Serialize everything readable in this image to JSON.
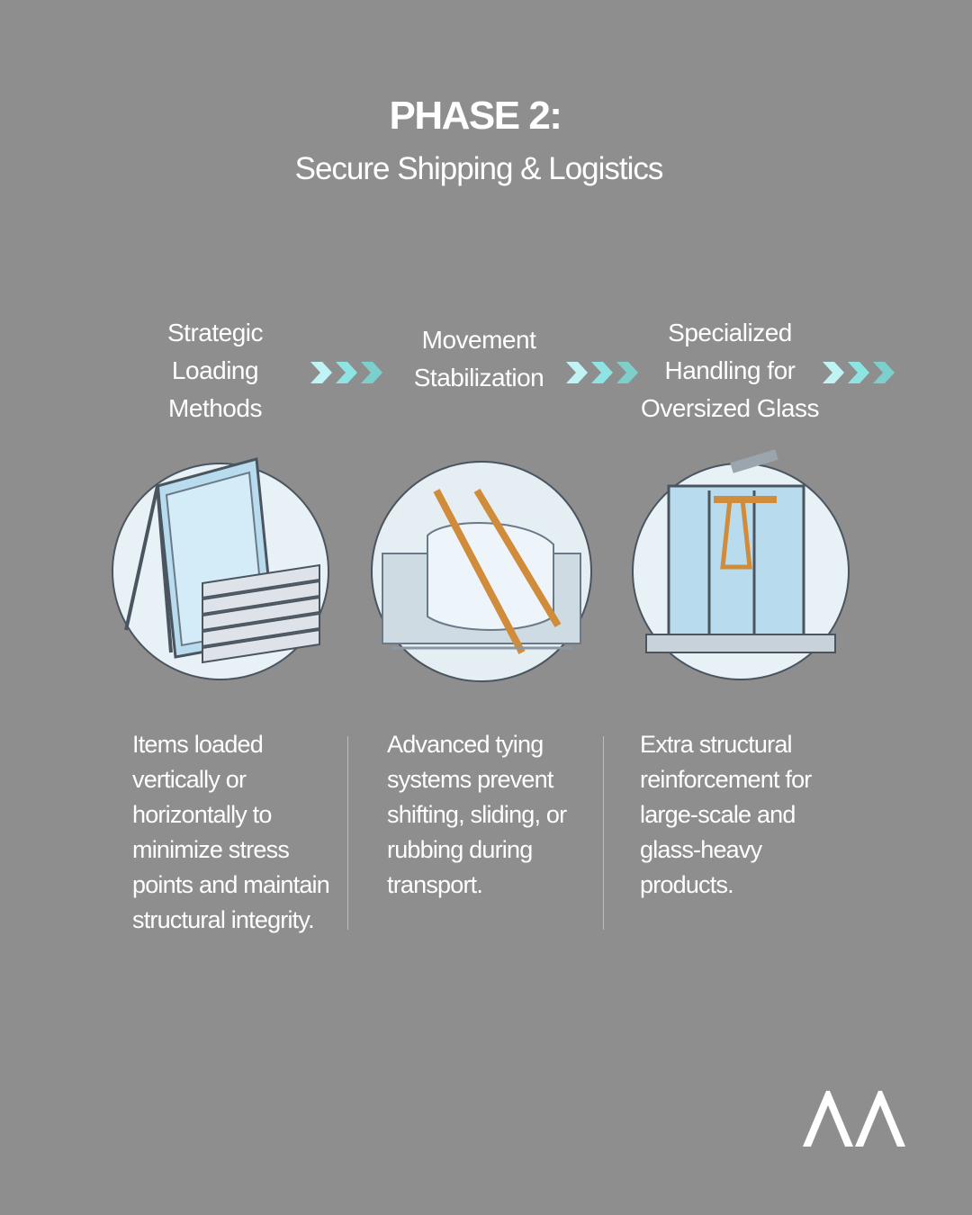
{
  "header": {
    "title": "PHASE 2:",
    "subtitle": "Secure Shipping & Logistics"
  },
  "steps": [
    {
      "heading_lines": [
        "Strategic",
        "Loading",
        "Methods"
      ],
      "description": "Items loaded vertically or horizontally to minimize stress points and maintain structural integrity.",
      "icon": "glass-panels-stacked-icon"
    },
    {
      "heading_lines": [
        "Movement",
        "Stabilization"
      ],
      "description": "Advanced tying systems prevent shifting, sliding, or rubbing during transport.",
      "icon": "strapped-cargo-icon"
    },
    {
      "heading_lines": [
        "Specialized",
        "Handling for",
        "Oversized Glass"
      ],
      "description": "Extra structural reinforcement for large-scale and glass-heavy products.",
      "icon": "crane-lifted-glass-icon"
    }
  ],
  "colors": {
    "background": "#8e8e8e",
    "chevron1": "#c0f4f4",
    "chevron2": "#8ee3e3",
    "chevron3": "#7ccfcb"
  },
  "logo": {
    "text": "AA"
  }
}
